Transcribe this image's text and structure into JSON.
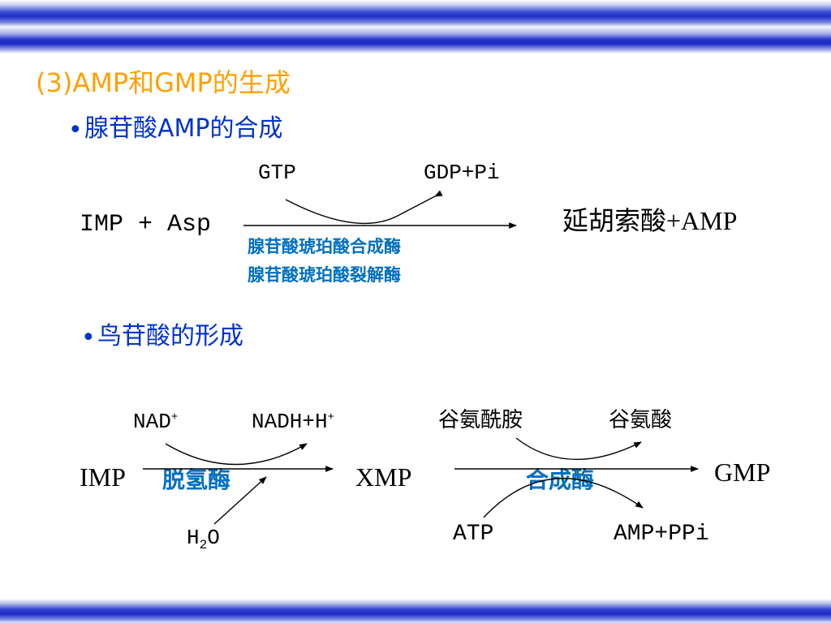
{
  "slide": {
    "title": "(3)AMP和GMP的生成",
    "bullets": [
      "腺苷酸AMP的合成",
      "鸟苷酸的形成"
    ]
  },
  "amp_reaction": {
    "substrates": "IMP + Asp",
    "product": "延胡索酸+AMP",
    "cofactor_in": "GTP",
    "cofactor_out": "GDP+Pi",
    "enzymes": [
      "腺苷酸琥珀酸合成酶",
      "腺苷酸琥珀酸裂解酶"
    ]
  },
  "xmp_reaction": {
    "substrate": "IMP",
    "product": "XMP",
    "cofactor_in": "NAD",
    "cofactor_in_sup": "+",
    "cofactor_out": "NADH+H",
    "cofactor_out_sup": "+",
    "water": "H",
    "water_sub": "2",
    "water_tail": "O",
    "enzyme": "脱氢酶"
  },
  "gmp_reaction": {
    "product": "GMP",
    "cofactor_in": "谷氨酰胺",
    "cofactor_out": "谷氨酸",
    "atp_in": "ATP",
    "atp_out": "AMP+PPi",
    "enzyme": "合成酶"
  },
  "colors": {
    "title": "#ffa000",
    "bullet": "#0033cc",
    "enzyme": "#0070c0",
    "text": "#000000"
  }
}
